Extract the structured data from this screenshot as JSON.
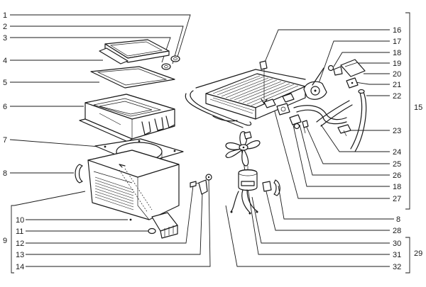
{
  "diagram": {
    "left_labels": [
      {
        "key": "1",
        "text": "1"
      },
      {
        "key": "2",
        "text": "2"
      },
      {
        "key": "3",
        "text": "3"
      },
      {
        "key": "4",
        "text": "4"
      },
      {
        "key": "5",
        "text": "5"
      },
      {
        "key": "6",
        "text": "6"
      },
      {
        "key": "7",
        "text": "7"
      },
      {
        "key": "8",
        "text": "8"
      },
      {
        "key": "9",
        "text": "9"
      },
      {
        "key": "10",
        "text": "10"
      },
      {
        "key": "11",
        "text": "11"
      },
      {
        "key": "12",
        "text": "12"
      },
      {
        "key": "13",
        "text": "13"
      },
      {
        "key": "14",
        "text": "14"
      }
    ],
    "right_labels": [
      {
        "key": "16",
        "text": "16"
      },
      {
        "key": "17",
        "text": "17"
      },
      {
        "key": "18a",
        "text": "18"
      },
      {
        "key": "19",
        "text": "19"
      },
      {
        "key": "20",
        "text": "20"
      },
      {
        "key": "21",
        "text": "21"
      },
      {
        "key": "22",
        "text": "22"
      },
      {
        "key": "15",
        "text": "15"
      },
      {
        "key": "23",
        "text": "23"
      },
      {
        "key": "24",
        "text": "24"
      },
      {
        "key": "25",
        "text": "25"
      },
      {
        "key": "26",
        "text": "26"
      },
      {
        "key": "18b",
        "text": "18"
      },
      {
        "key": "27",
        "text": "27"
      },
      {
        "key": "8b",
        "text": "8"
      },
      {
        "key": "28",
        "text": "28"
      },
      {
        "key": "30",
        "text": "30"
      },
      {
        "key": "31",
        "text": "31"
      },
      {
        "key": "29",
        "text": "29"
      },
      {
        "key": "32",
        "text": "32"
      }
    ]
  }
}
